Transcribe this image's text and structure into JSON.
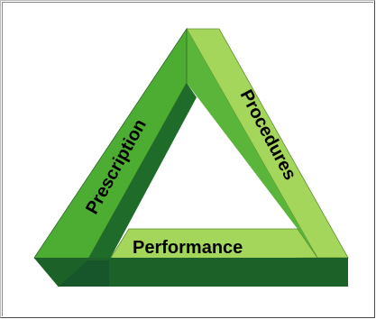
{
  "diagram": {
    "labels": {
      "left": "Prescription",
      "right": "Procedures",
      "bottom": "Performance"
    },
    "colors": {
      "light_face": "#a3d65a",
      "mid_face": "#5db83c",
      "bright_face": "#4cad32",
      "dark_face": "#1f6b2a",
      "darker_face": "#17562a",
      "outline": "#2e6b2a"
    }
  }
}
